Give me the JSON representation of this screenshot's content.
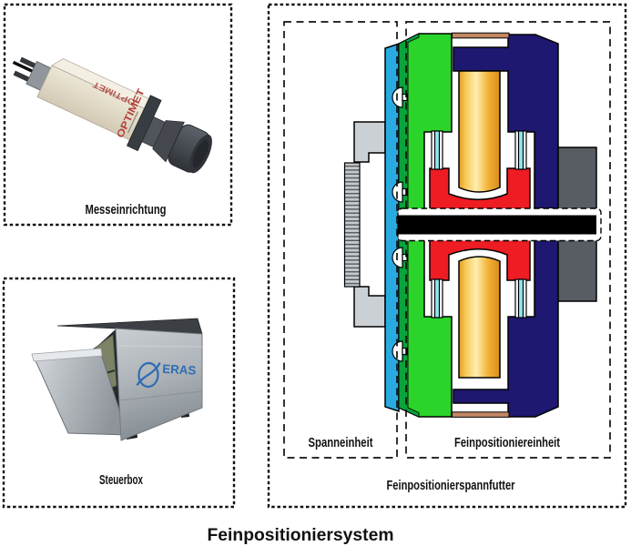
{
  "figure": {
    "system_label": "Feinpositioniersystem",
    "colors": {
      "clamp_cyan": "#29abe2",
      "flexure_cyan": "#90e6f2",
      "guide_green": "#2bd42b",
      "guide_green_shade": "#0aa33c",
      "frame_navy": "#1e1870",
      "actuator_red": "#ee1c23",
      "spacer_brown": "#c28763",
      "mount_gray": "#575d63",
      "bracket_gray": "#cbd0d4",
      "shaft_black": "#000000",
      "detent_white": "#ffffff",
      "logo_blue": "#2e6cb3",
      "brand_red": "#b0413c"
    }
  },
  "measurement_unit": {
    "label": "Messeinrichtung",
    "brand": "OPTIMET"
  },
  "control_unit": {
    "label": "Steuerbox",
    "brand": "ERAS"
  },
  "chuck": {
    "label": "Feinpositionierspannfutter",
    "clamp_unit_label": "Spanneinheit",
    "fine_positioning_unit_label": "Feinpositioniereinheit"
  }
}
